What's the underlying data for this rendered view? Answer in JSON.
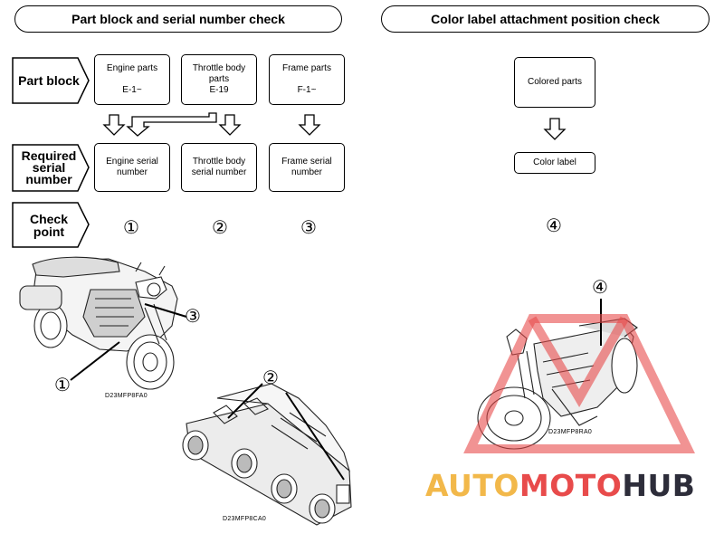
{
  "left_header": "Part block and serial number check",
  "right_header": "Color label attachment position check",
  "rows": {
    "part_block": "Part block",
    "required_serial": [
      "Required",
      "serial",
      "number"
    ],
    "check_point": [
      "Check",
      "point"
    ]
  },
  "part_boxes": [
    {
      "line1": "Engine parts",
      "line2": "",
      "line3": "E-1~"
    },
    {
      "line1": "Throttle body",
      "line2": "parts",
      "line3": "E-19"
    },
    {
      "line1": "Frame parts",
      "line2": "",
      "line3": "F-1~"
    }
  ],
  "serial_boxes": [
    {
      "line1": "Engine serial",
      "line2": "number"
    },
    {
      "line1": "Throttle body",
      "line2": "serial number"
    },
    {
      "line1": "Frame serial",
      "line2": "number"
    }
  ],
  "check_points": [
    "①",
    "②",
    "③"
  ],
  "color": {
    "colored_parts": "Colored parts",
    "color_label": "Color label",
    "check_point": "④"
  },
  "callouts": {
    "c1": "①",
    "c2": "②",
    "c3": "③",
    "c4": "④"
  },
  "codes": {
    "motorcycle_left": "D23MFP8FA0",
    "throttle_body": "D23MFP8CA0",
    "motorcycle_right": "D23MFP8RA0"
  },
  "watermark": {
    "part1": "AUTO",
    "part2": "MOTO",
    "part3": "HUB"
  },
  "colors": {
    "line": "#000000",
    "watermark_red": "#e84b4b",
    "watermark_yellow": "#f2b84a",
    "watermark_dark": "#2d2d3a"
  }
}
